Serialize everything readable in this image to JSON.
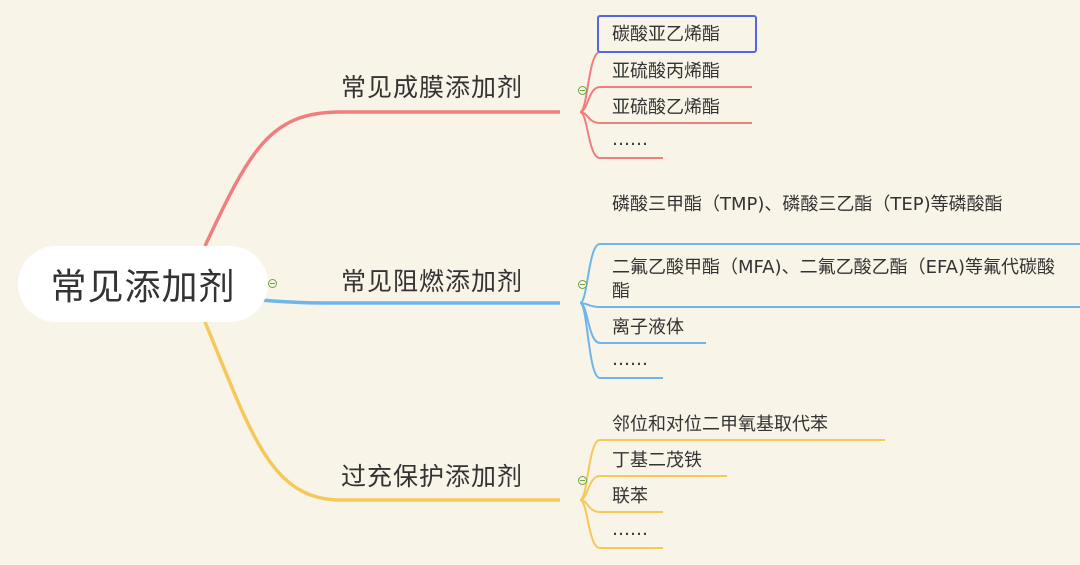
{
  "root": {
    "label": "常见添加剂"
  },
  "colors": {
    "background": "#f8f4e8",
    "branch1": "#f07e7e",
    "branch2": "#6eb6ea",
    "branch3": "#f5c85a",
    "selection": "#5566e0",
    "collapse": "#70a442"
  },
  "branches": [
    {
      "label": "常见成膜添加剂",
      "leaves": [
        "碳酸亚乙烯酯",
        "亚硫酸丙烯酯",
        "亚硫酸乙烯酯",
        "……"
      ]
    },
    {
      "label": "常见阻燃添加剂",
      "leaves": [
        "磷酸三甲酯（TMP)、磷酸三乙酯（TEP)等磷酸酯",
        "二氟乙酸甲酯（MFA)、二氟乙酸乙酯（EFA)等氟代碳酸酯",
        "离子液体",
        "……"
      ]
    },
    {
      "label": "过充保护添加剂",
      "leaves": [
        "邻位和对位二甲氧基取代苯",
        "丁基二茂铁",
        "联苯",
        "……"
      ]
    }
  ]
}
